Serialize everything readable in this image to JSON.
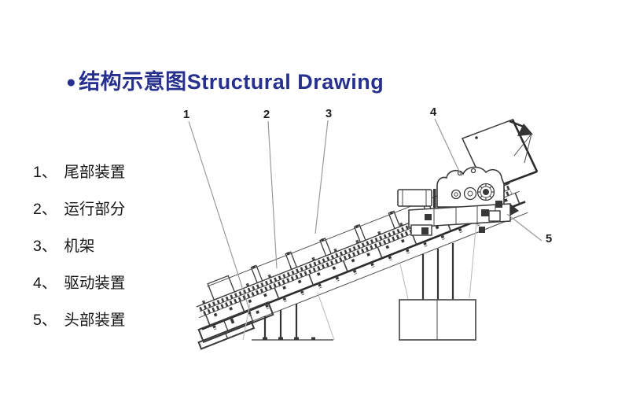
{
  "title": {
    "bullet": "●",
    "zh": "结构示意图",
    "en": "Structural Drawing"
  },
  "legend": {
    "items": [
      {
        "num": "1、",
        "label": "尾部装置"
      },
      {
        "num": "2、",
        "label": "运行部分"
      },
      {
        "num": "3、",
        "label": "机架"
      },
      {
        "num": "4、",
        "label": "驱动装置"
      },
      {
        "num": "5、",
        "label": "头部装置"
      }
    ]
  },
  "diagram": {
    "type": "technical line drawing of inclined scraper/belt conveyor",
    "callouts": [
      {
        "label": "1"
      },
      {
        "label": "2"
      },
      {
        "label": "3"
      },
      {
        "label": "4"
      },
      {
        "label": "5"
      }
    ]
  },
  "colors": {
    "title": "#28308e",
    "line": "#3a3a3a",
    "dark": "#2b2b2b",
    "leader": "#9a9a9a",
    "construction": "#bdbdbd"
  }
}
